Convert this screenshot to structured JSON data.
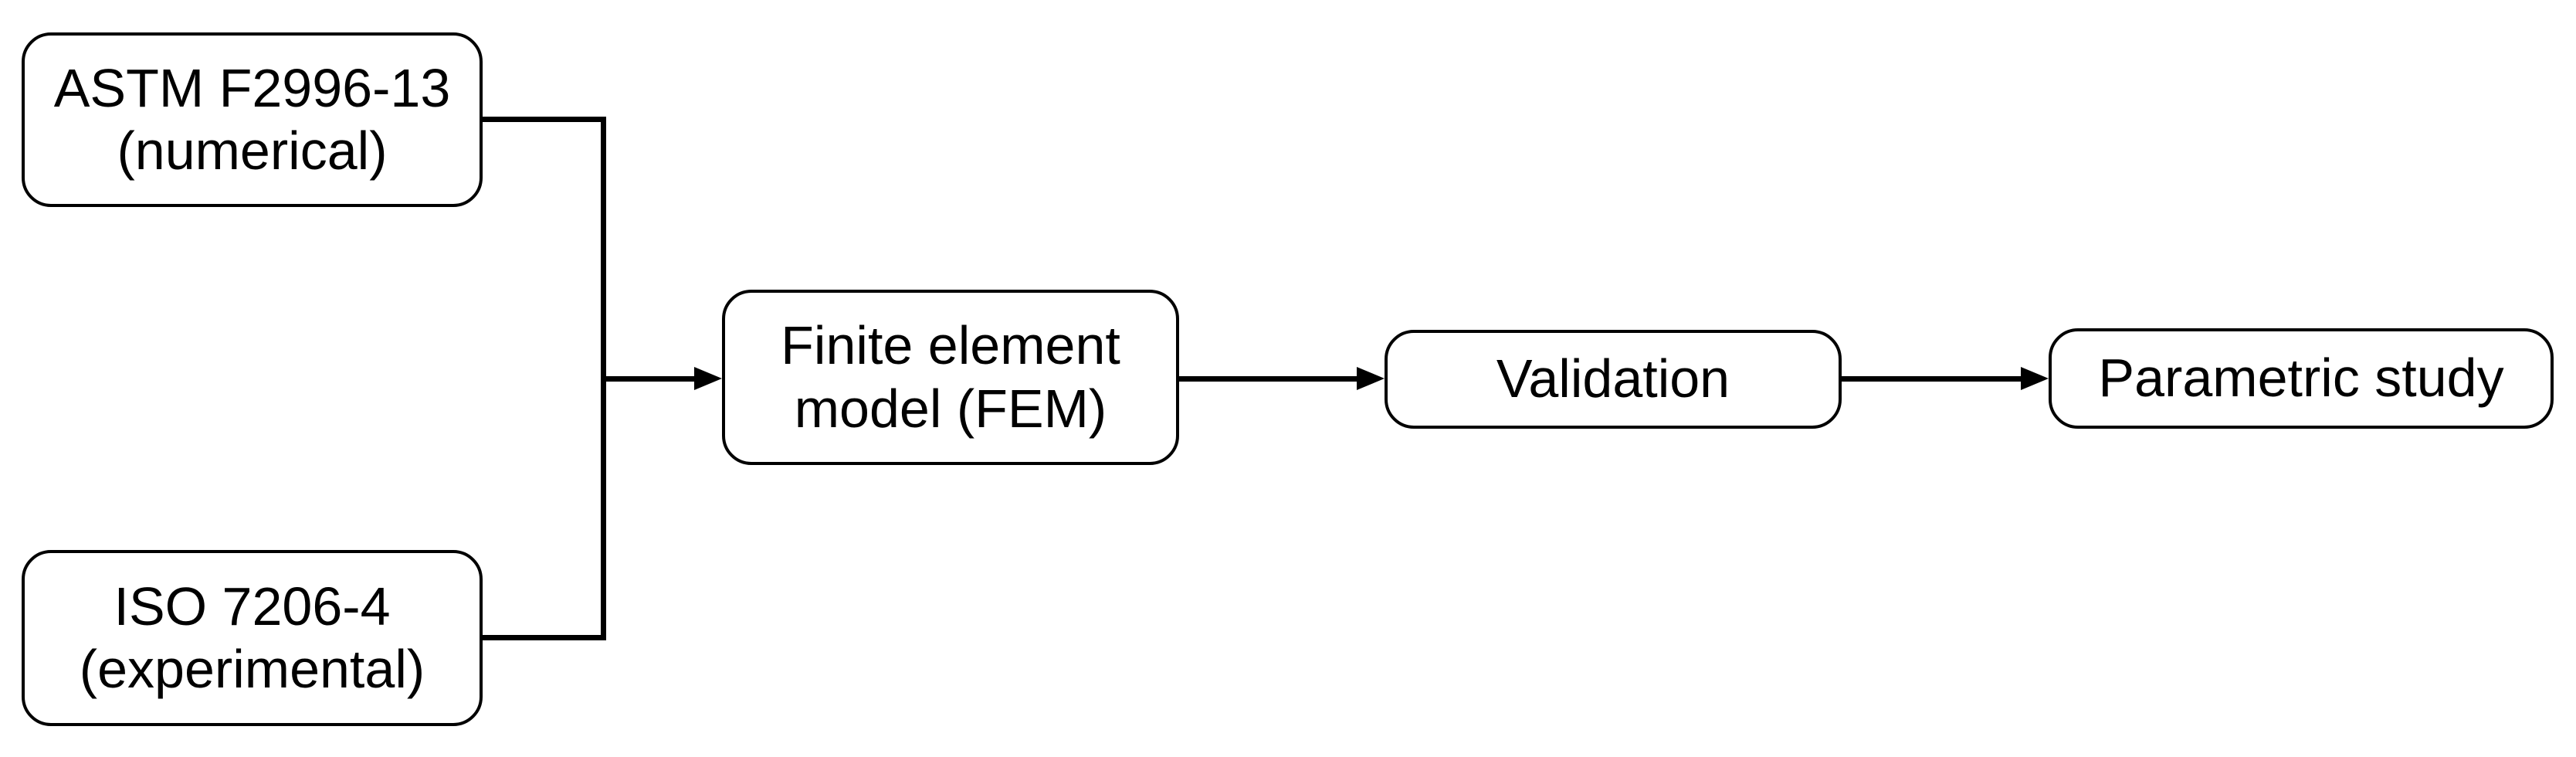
{
  "diagram": {
    "type": "flowchart",
    "colors": {
      "background": "#ffffff",
      "stroke": "#000000",
      "text": "#000000"
    },
    "nodes": {
      "astm": {
        "lines": [
          "ASTM F2996-13",
          "(numerical)"
        ]
      },
      "iso": {
        "lines": [
          "ISO 7206-4",
          "(experimental)"
        ]
      },
      "fem": {
        "lines": [
          "Finite element",
          "model (FEM)"
        ]
      },
      "validation": {
        "label": "Validation"
      },
      "parametric": {
        "label": "Parametric study"
      }
    },
    "edges": [
      {
        "from": "astm",
        "to": "fem",
        "style": "merge-bracket"
      },
      {
        "from": "iso",
        "to": "fem",
        "style": "merge-bracket"
      },
      {
        "from": "fem",
        "to": "validation",
        "style": "arrow"
      },
      {
        "from": "validation",
        "to": "parametric",
        "style": "arrow"
      }
    ]
  }
}
